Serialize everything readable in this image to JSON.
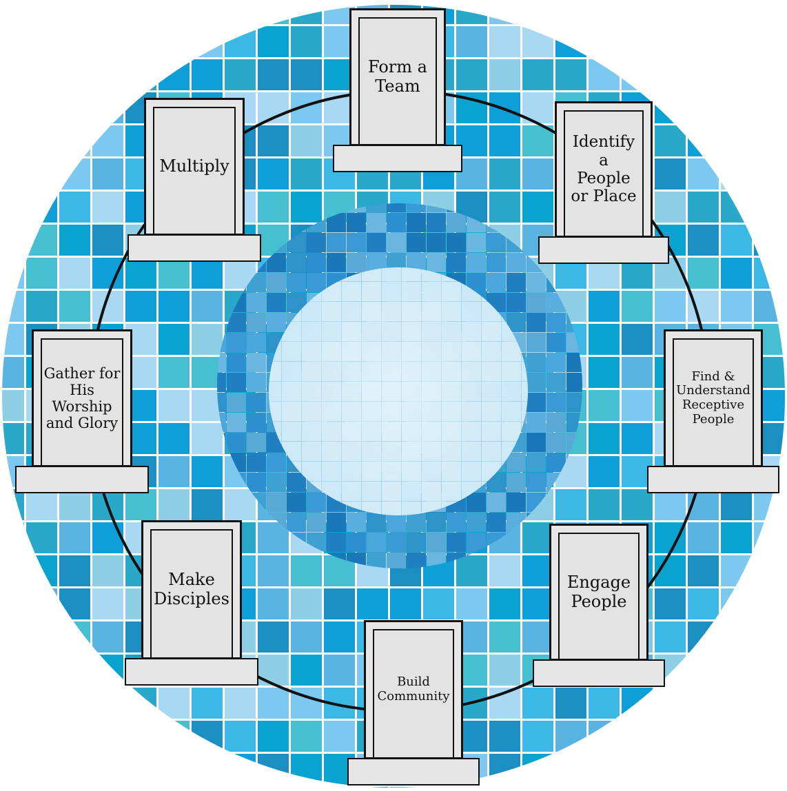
{
  "diagram": {
    "steps": [
      {
        "id": "form-team",
        "label": "Form a\nTeam"
      },
      {
        "id": "identify",
        "label": "Identify\na\nPeople\nor Place"
      },
      {
        "id": "find-understand",
        "label": "Find &\nUnderstand\nReceptive\nPeople"
      },
      {
        "id": "engage",
        "label": "Engage\nPeople"
      },
      {
        "id": "build-community",
        "label": "Build\nCommunity"
      },
      {
        "id": "make-disciples",
        "label": "Make\nDisciples"
      },
      {
        "id": "gather",
        "label": "Gather for\nHis\nWorship\nand Glory"
      },
      {
        "id": "multiply",
        "label": "Multiply"
      }
    ]
  },
  "colors": {
    "tile_palette": [
      "#0e9fd8",
      "#3cb8e6",
      "#7cc8ee",
      "#a9d8f2",
      "#2aa8c9",
      "#46c0d0",
      "#1b8fc2",
      "#5ab4e2",
      "#8fcfe6",
      "#0aa3cf"
    ],
    "center_light": "#c7e6f6",
    "ring_line": "#111111"
  }
}
